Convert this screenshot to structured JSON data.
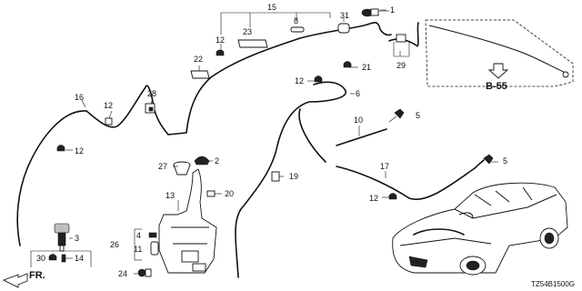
{
  "callouts": [
    "1",
    "2",
    "3",
    "4",
    "5",
    "5",
    "6",
    "8",
    "10",
    "11",
    "12",
    "12",
    "12",
    "12",
    "12",
    "12",
    "13",
    "14",
    "15",
    "16",
    "17",
    "19",
    "20",
    "21",
    "22",
    "23",
    "24",
    "26",
    "27",
    "28",
    "29",
    "30",
    "31"
  ],
  "reference": "B-55",
  "front_label": "FR.",
  "diagram_code": "TZ54B1500G"
}
